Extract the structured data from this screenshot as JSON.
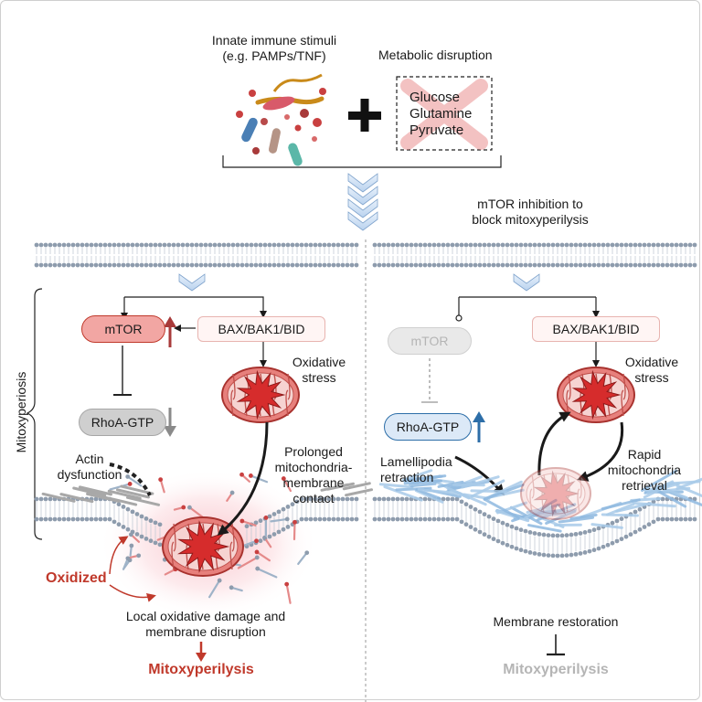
{
  "top": {
    "stimuli_label_line1": "Innate immune stimuli",
    "stimuli_label_line2": "(e.g. PAMPs/TNF)",
    "metabolic_label": "Metabolic disruption",
    "plus_symbol": "+",
    "nutrients": [
      "Glucose",
      "Glutamine",
      "Pyruvate"
    ]
  },
  "left_panel": {
    "side_label": "Mitoxyperiosis",
    "mtor": "mTOR",
    "bax": "BAX/BAK1/BID",
    "oxidative_stress_line1": "Oxidative",
    "oxidative_stress_line2": "stress",
    "rhoa": "RhoA-GTP",
    "actin_line1": "Actin",
    "actin_line2": "dysfunction",
    "prolonged_line1": "Prolonged",
    "prolonged_line2": "mitochondria-",
    "prolonged_line3": "membrane",
    "prolonged_line4": "contact",
    "oxidized": "Oxidized",
    "damage_line1": "Local oxidative damage and",
    "damage_line2": "membrane disruption",
    "outcome": "Mitoxyperilysis"
  },
  "right_panel": {
    "title_line1": "mTOR inhibition to",
    "title_line2": "block mitoxyperilysis",
    "mtor": "mTOR",
    "bax": "BAX/BAK1/BID",
    "oxidative_stress_line1": "Oxidative",
    "oxidative_stress_line2": "stress",
    "rhoa": "RhoA-GTP",
    "lamellipodia_line1": "Lamellipodia",
    "lamellipodia_line2": "retraction",
    "rapid_line1": "Rapid",
    "rapid_line2": "mitochondria",
    "rapid_line3": "retrieval",
    "restoration": "Membrane restoration",
    "outcome": "Mitoxyperilysis"
  },
  "colors": {
    "mtor_fill": "#f2a6a3",
    "mtor_stroke": "#c0392b",
    "rhoa_grey": "#cfcfcf",
    "rhoa_blue": "#dce9f7",
    "blue_stroke": "#2d6ea8",
    "red_text": "#c0392b",
    "grey_text": "#b5b5b5",
    "membrane_head": "#8e9cad",
    "mito": "#d9534f"
  }
}
